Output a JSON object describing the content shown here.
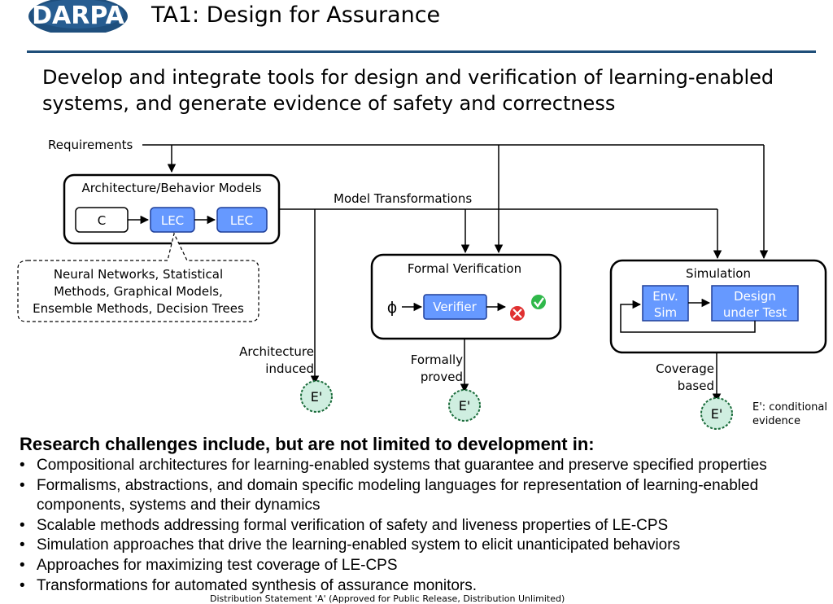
{
  "header": {
    "logo_text": "DARPA",
    "title": "TA1: Design for Assurance",
    "subtitle": "Develop and integrate tools for design and verification of learning-enabled systems, and generate evidence of safety and correctness"
  },
  "diagram": {
    "requirements_label": "Requirements",
    "model_transformations_label": "Model Transformations",
    "arch_box": {
      "title": "Architecture/Behavior Models",
      "c_label": "C",
      "lec1_label": "LEC",
      "lec2_label": "LEC"
    },
    "callout_lines": [
      "Neural Networks, Statistical",
      "Methods, Graphical Models,",
      "Ensemble Methods, Decision Trees"
    ],
    "formal_box": {
      "title": "Formal Verification",
      "phi": "ϕ",
      "verifier_label": "Verifier"
    },
    "simulation_box": {
      "title": "Simulation",
      "env_sim_lines": [
        "Env.",
        "Sim"
      ],
      "dut_lines": [
        "Design",
        "under Test"
      ]
    },
    "evidence": [
      {
        "label_lines": [
          "Architecture",
          "induced"
        ],
        "node": "E'"
      },
      {
        "label_lines": [
          "Formally",
          "proved"
        ],
        "node": "E'"
      },
      {
        "label_lines": [
          "Coverage",
          "based"
        ],
        "node": "E'"
      }
    ],
    "evidence_note_lines": [
      "E': conditional",
      "evidence"
    ],
    "colors": {
      "component_fill": "#6699ff",
      "component_stroke": "#1f3f99",
      "evidence_fill": "#cfeee0",
      "evidence_stroke": "#1a6b3a",
      "logo_fill": "#1f4f7d"
    }
  },
  "research": {
    "heading": "Research challenges include, but are not limited to development in:",
    "bullets": [
      "Compositional architectures for learning-enabled systems that guarantee and preserve specified properties",
      "Formalisms, abstractions, and domain specific modeling languages for representation of learning-enabled components, systems and their dynamics",
      "Scalable methods addressing formal verification of safety and liveness properties of LE-CPS",
      "Simulation approaches that drive the learning-enabled system to elicit unanticipated behaviors",
      "Approaches for maximizing test coverage of LE-CPS",
      "Transformations for automated synthesis of assurance monitors."
    ]
  },
  "footer": {
    "note": "Distribution Statement 'A' (Approved for Public Release, Distribution Unlimited)"
  }
}
